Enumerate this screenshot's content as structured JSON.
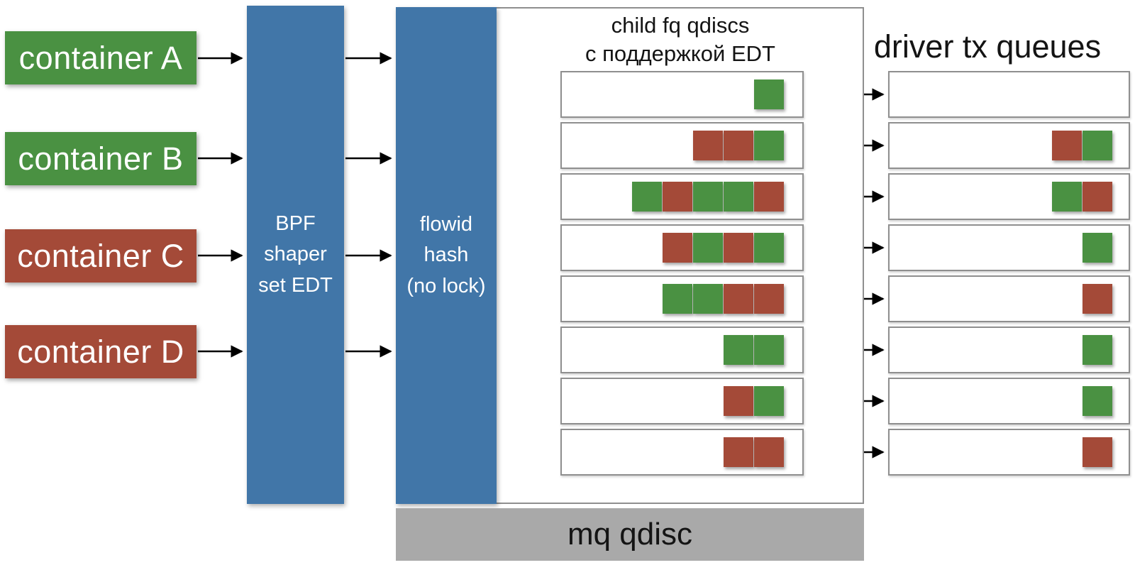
{
  "colors": {
    "green": "#4a9142",
    "red": "#a44a38",
    "blue": "#4176a8",
    "gray_bar": "#a9a9a9",
    "border": "#8f8f8f",
    "arrow": "#000000"
  },
  "containers": [
    {
      "label": "container A",
      "color": "green"
    },
    {
      "label": "container B",
      "color": "green"
    },
    {
      "label": "container C",
      "color": "red"
    },
    {
      "label": "container D",
      "color": "red"
    }
  ],
  "bpf_box": {
    "lines": [
      "BPF",
      "shaper",
      "set EDT"
    ]
  },
  "flowid_box": {
    "lines": [
      "flowid",
      "hash",
      "(no lock)"
    ]
  },
  "child_qdiscs": {
    "title": [
      "child fq qdiscs",
      "с поддержкой EDT"
    ],
    "queues": [
      [
        "green"
      ],
      [
        "red",
        "red",
        "green"
      ],
      [
        "green",
        "red",
        "green",
        "green",
        "red"
      ],
      [
        "red",
        "green",
        "red",
        "green"
      ],
      [
        "green",
        "green",
        "red",
        "red"
      ],
      [
        "green",
        "green"
      ],
      [
        "red",
        "green"
      ],
      [
        "red",
        "red"
      ]
    ]
  },
  "driver_tx": {
    "title": "driver tx queues",
    "queues": [
      [],
      [
        "red",
        "green"
      ],
      [
        "green",
        "red"
      ],
      [
        "green"
      ],
      [
        "red"
      ],
      [
        "green"
      ],
      [
        "green"
      ],
      [
        "red"
      ]
    ]
  },
  "mq_qdisc": {
    "label": "mq qdisc"
  }
}
